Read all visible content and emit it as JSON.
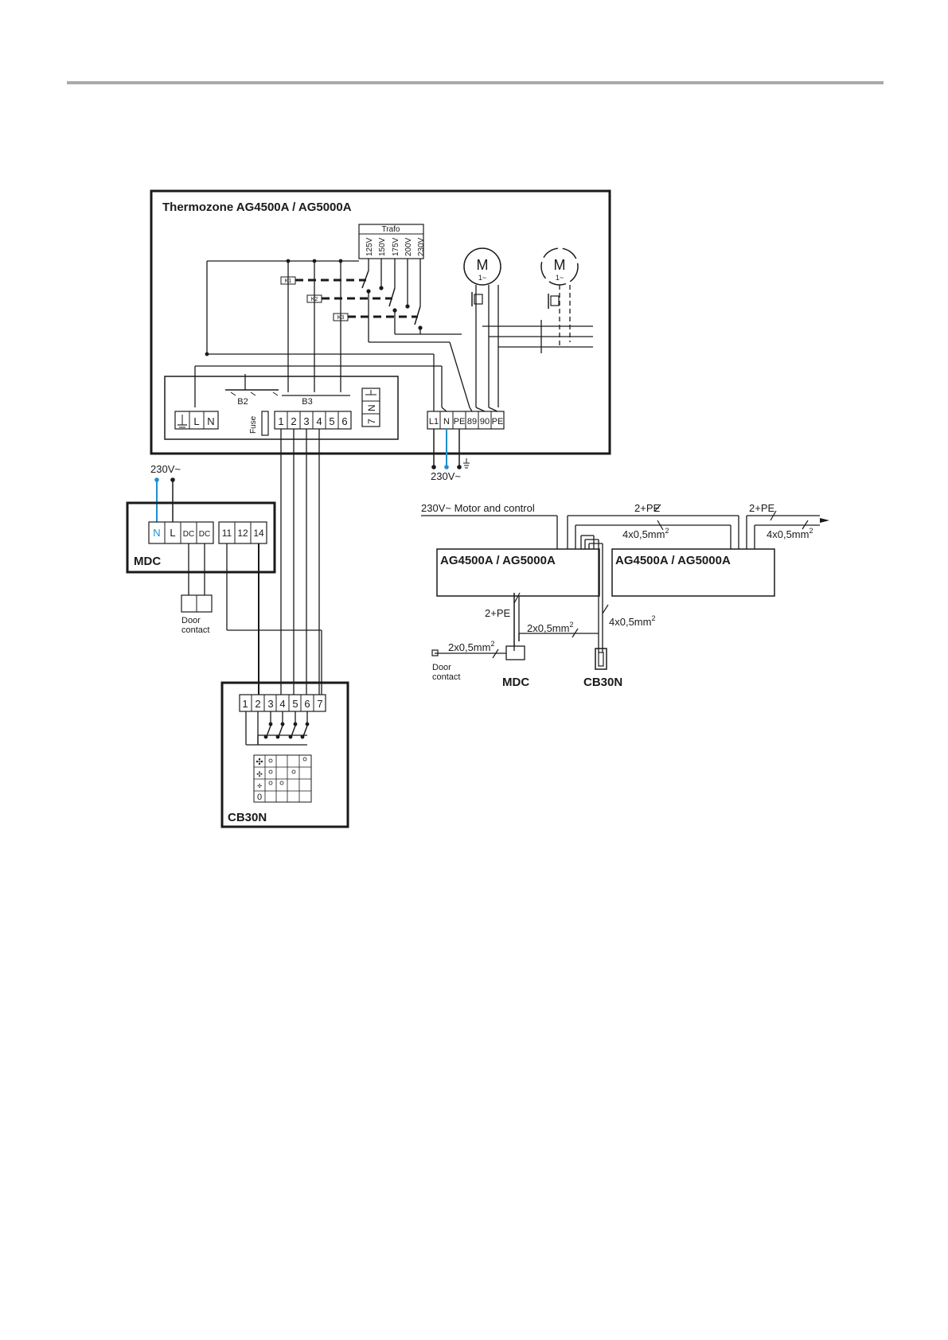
{
  "colors": {
    "line": "#1a1a1a",
    "blue": "#1f8fd0",
    "rule": "#aaaaaa"
  },
  "unit": {
    "title": "Thermozone AG4500A / AG5000A",
    "trafo": "Trafo",
    "taps": [
      "125V",
      "150V",
      "175V",
      "200V",
      "230V"
    ],
    "relays": [
      "K1",
      "K2",
      "K3"
    ],
    "motor": {
      "symbol": "M",
      "sub": "1~"
    },
    "b2": "B2",
    "b3": "B3",
    "fuse": "Fuse",
    "left_terminals": [
      "L",
      "N"
    ],
    "control_terminals": [
      "1",
      "2",
      "3",
      "4",
      "5",
      "6"
    ],
    "side_terminals": [
      "N",
      "7"
    ],
    "motor_terminals": [
      "L1",
      "N",
      "PE",
      "89",
      "90",
      "PE"
    ],
    "supply": "230V~"
  },
  "mdc": {
    "name": "MDC",
    "supply": "230V~",
    "terminals": [
      "N",
      "L",
      "DC",
      "DC"
    ],
    "relay_terminals": [
      "11",
      "12",
      "14"
    ],
    "door_label": [
      "Door",
      "contact"
    ]
  },
  "cb30n": {
    "name": "CB30N",
    "terminals": [
      "1",
      "2",
      "3",
      "4",
      "5",
      "6",
      "7"
    ],
    "zero": "0"
  },
  "overview": {
    "supply": "230V~ Motor and control",
    "unit_label": "AG4500A / AG5000A",
    "cable_2pe": "2+PE",
    "cable_4x": "4x0,5mm",
    "cable_2x": "2x0,5mm",
    "sup": "2",
    "mdc": "MDC",
    "cb30n": "CB30N",
    "door_label": [
      "Door",
      "contact"
    ]
  }
}
